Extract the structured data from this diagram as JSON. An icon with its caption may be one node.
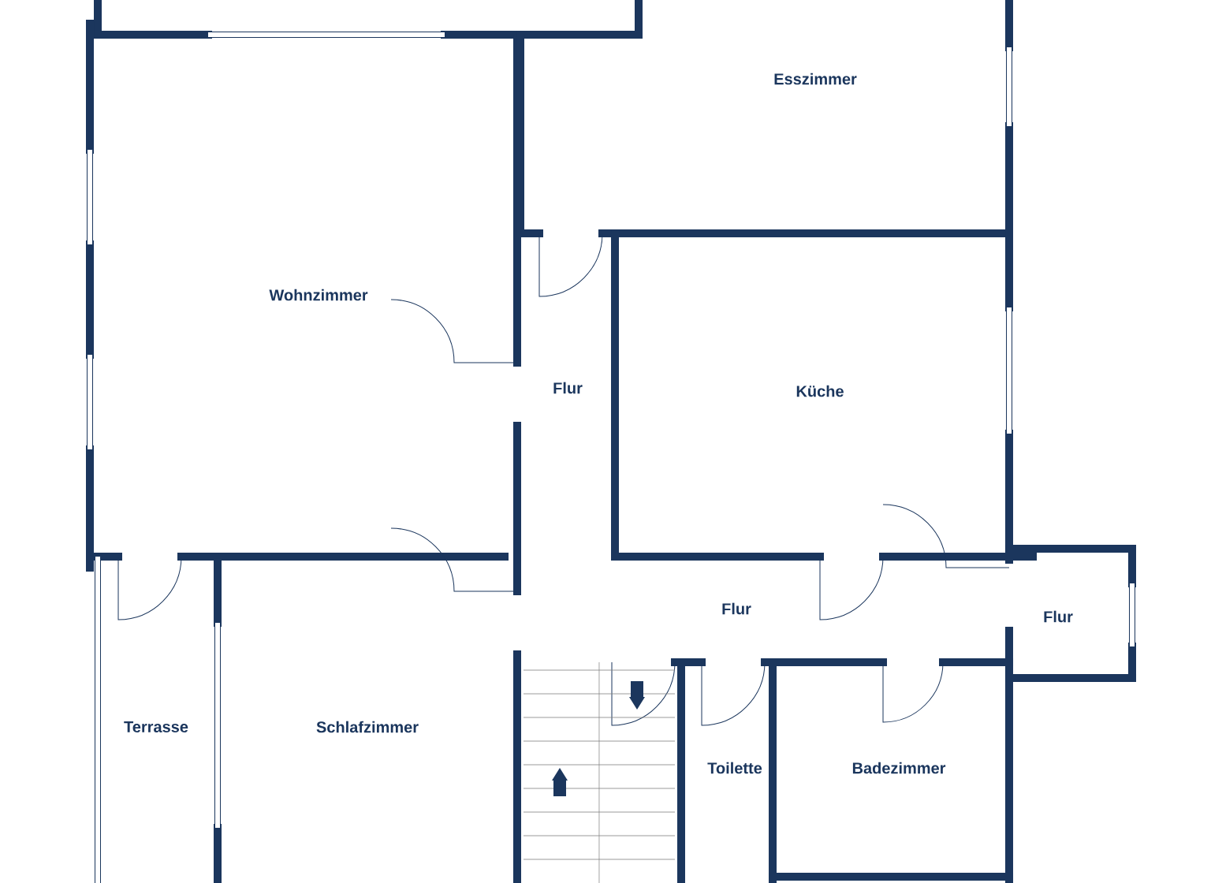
{
  "diagram": {
    "labels": [
      "Esszimmer",
      "Wohnzimmer",
      "Flur",
      "Küche",
      "Flur",
      "Flur",
      "Terrasse",
      "Schlafzimmer",
      "Toilette",
      "Badezimmer"
    ]
  }
}
